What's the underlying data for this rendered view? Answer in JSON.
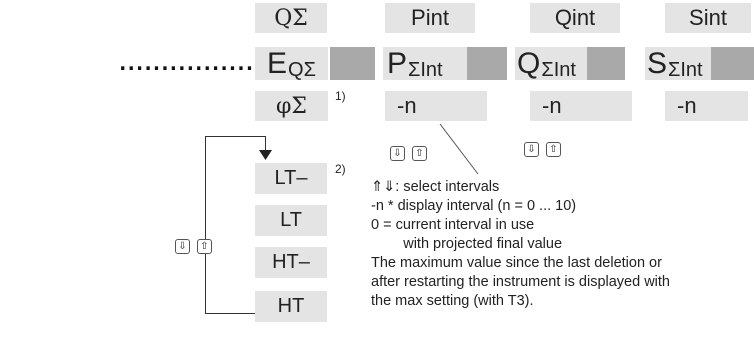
{
  "row1": {
    "qsum": "QΣ",
    "pint": "Pint",
    "qint": "Qint",
    "sint": "Sint"
  },
  "row2": {
    "e_main": "E",
    "e_sub": "QΣ",
    "p_main": "P",
    "p_sub": "ΣInt",
    "q_main": "Q",
    "q_sub": "ΣInt",
    "s_main": "S",
    "s_sub": "ΣInt"
  },
  "row3": {
    "phi": "φΣ",
    "phi_note": "1)",
    "n1": "-n",
    "n2": "-n",
    "n3": "-n"
  },
  "loop": {
    "lt_minus": "LT–",
    "lt_minus_note": "2)",
    "lt": "LT",
    "ht_minus": "HT–",
    "ht": "HT"
  },
  "dots": "...................",
  "keys": {
    "down": "⇩",
    "up": "⇧"
  },
  "legend": [
    "⇑⇓:  select intervals",
    "-n *  display interval (n = 0 ... 10)",
    "0 =  current interval  in use",
    "        with projected final value",
    "The maximum value since the last deletion or",
    "after restarting the instrument is displayed with",
    "the max setting (with T3)."
  ]
}
